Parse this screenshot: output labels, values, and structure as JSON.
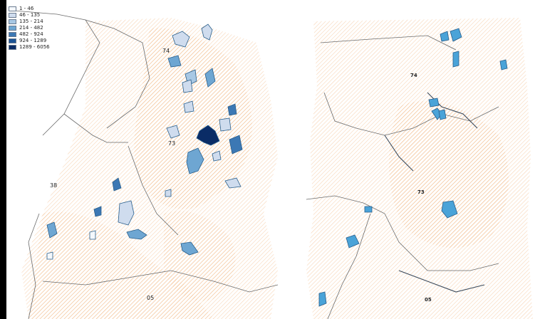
{
  "legend": {
    "classes": [
      {
        "label": "1 - 46",
        "color": "#f4f8fc"
      },
      {
        "label": "46 - 135",
        "color": "#cfdcee"
      },
      {
        "label": "135 - 214",
        "color": "#a8c8e4"
      },
      {
        "label": "214 - 482",
        "color": "#6ea6d2"
      },
      {
        "label": "482 - 924",
        "color": "#3c78b4"
      },
      {
        "label": "924 - 1289",
        "color": "#1c5496"
      },
      {
        "label": "1289 - 6056",
        "color": "#0a2c66"
      }
    ]
  },
  "left_map": {
    "labels": {
      "d74": "74",
      "d73": "73",
      "d38": "38",
      "d05": "05"
    }
  },
  "right_map": {
    "labels": {
      "d74": "74",
      "d73": "73",
      "d05": "05"
    }
  },
  "colors": {
    "hatch": "#f0b27a",
    "border": "#6a6a6a",
    "patch_fill": "#4aa3d8",
    "patch_stroke": "#2a5e8a"
  }
}
